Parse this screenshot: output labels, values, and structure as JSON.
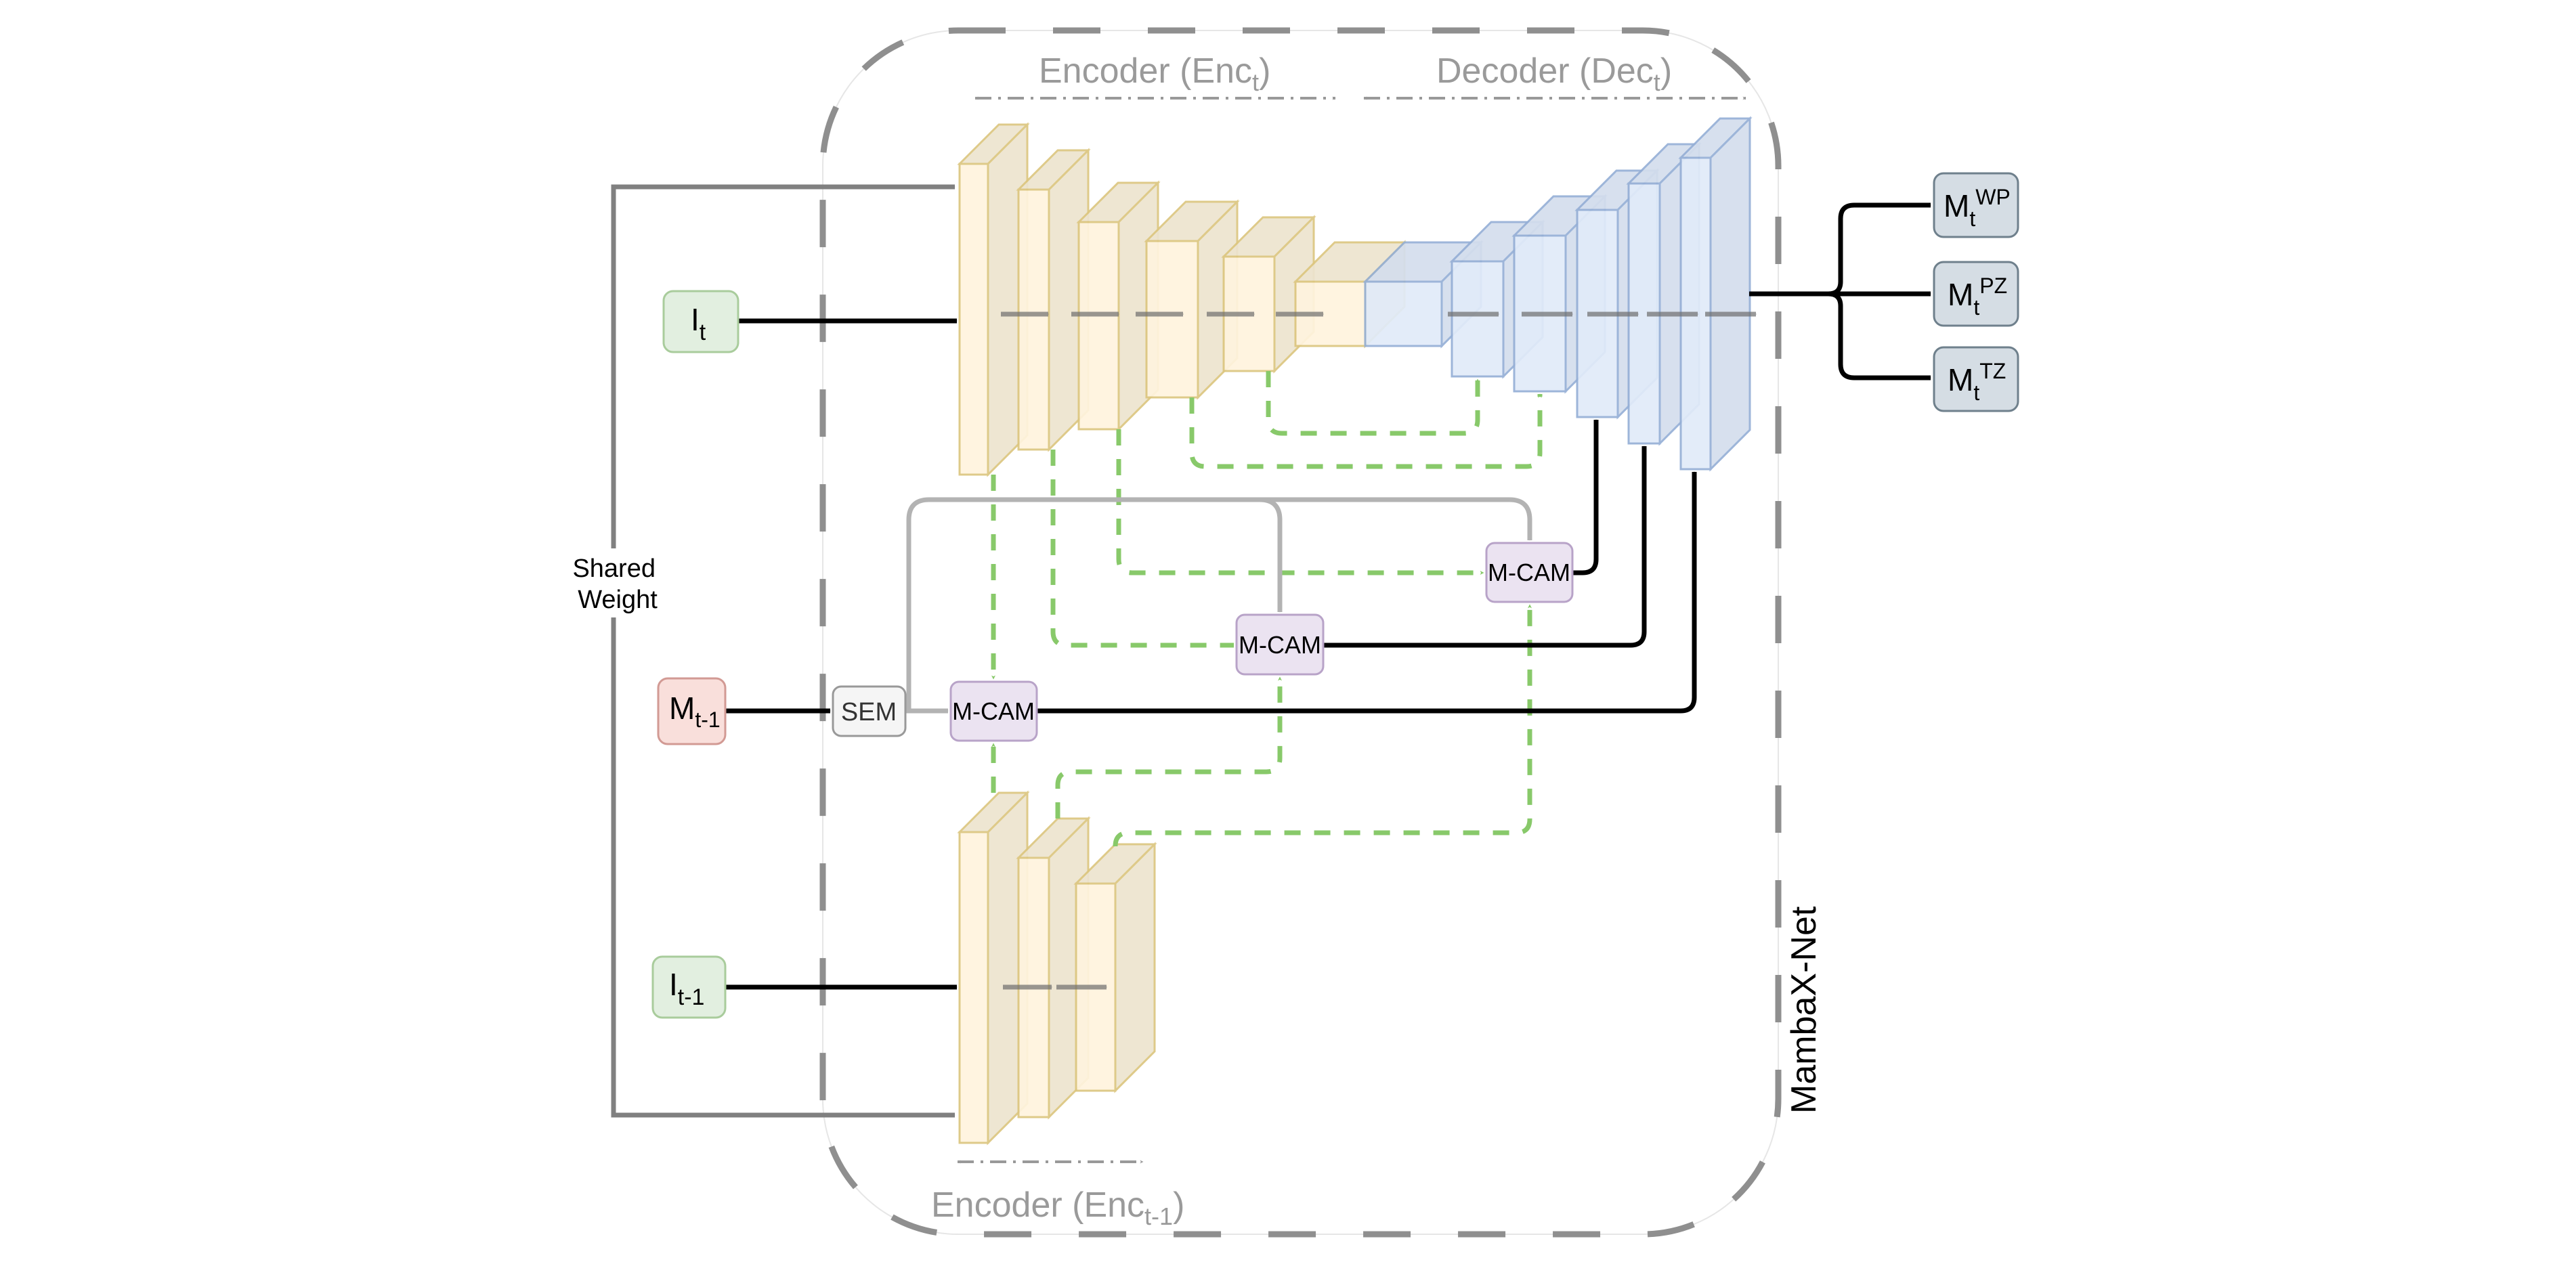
{
  "diagram": {
    "network_name": "MambaX-Net",
    "shared_weight_label": [
      "Shared",
      "Weight"
    ],
    "inputs": {
      "current_image": {
        "base": "I",
        "sub": "t",
        "sup": ""
      },
      "previous_mask": {
        "base": "M",
        "sub": "t-1",
        "sup": ""
      },
      "previous_image": {
        "base": "I",
        "sub": "t-1",
        "sup": ""
      }
    },
    "sem_module": "SEM",
    "mcam_modules": [
      "M-CAM",
      "M-CAM",
      "M-CAM"
    ],
    "sections": {
      "encoder_t": {
        "prefix": "Encoder (Enc",
        "sub": "t",
        "suffix": ")"
      },
      "decoder_t": {
        "prefix": "Decoder (Dec",
        "sub": "t",
        "suffix": ")"
      },
      "encoder_t1": {
        "prefix": "Encoder (Enc",
        "sub": "t-1",
        "suffix": ")"
      }
    },
    "outputs": [
      {
        "base": "M",
        "sub": "t",
        "sup": "WP"
      },
      {
        "base": "M",
        "sub": "t",
        "sup": "PZ"
      },
      {
        "base": "M",
        "sub": "t",
        "sup": "TZ"
      }
    ],
    "encoder_t_block_count": 6,
    "decoder_t_block_count": 5,
    "encoder_t1_block_count": 3,
    "colors": {
      "encoder_front": "#fff4de",
      "encoder_side": "#ede4cf",
      "encoder_border": "#dcc67f",
      "decoder_front": "#e1ebf9",
      "decoder_side": "#d4deed",
      "decoder_border": "#95afd6",
      "skip_connection": "#88c96a",
      "sem_path": "#b3b3b3",
      "input_green_fill": "#e2efe0",
      "input_green_border": "#a9cc9c",
      "mask_red_fill": "#f9dfdb",
      "mask_red_border": "#d29a94",
      "mcam_fill": "#ebe3f1",
      "mcam_border": "#b8a3c8",
      "output_fill": "#d5dde4",
      "output_border": "#6f808c",
      "container": "#8f8f8f",
      "label_gray": "#9a9a9a"
    }
  }
}
